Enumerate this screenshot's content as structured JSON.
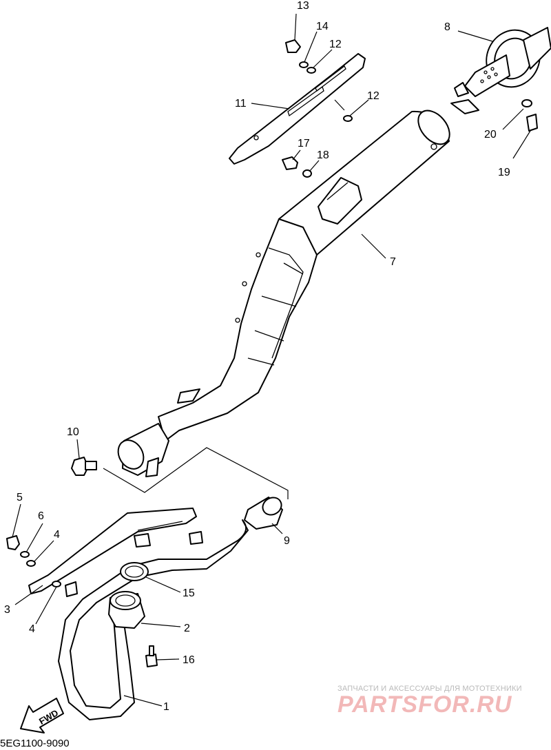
{
  "callouts": [
    "1",
    "2",
    "3",
    "4",
    "4",
    "5",
    "6",
    "7",
    "8",
    "9",
    "10",
    "11",
    "12",
    "12",
    "13",
    "14",
    "15",
    "16",
    "17",
    "18",
    "19",
    "20"
  ],
  "arrow_label": "FWD",
  "drawing_code": "5EG1100-9090",
  "watermark": {
    "subtitle": "ЗАПЧАСТИ И АКСЕССУАРЫ ДЛЯ МОТОТЕХНИКИ",
    "brand": "PARTSFOR.RU"
  }
}
